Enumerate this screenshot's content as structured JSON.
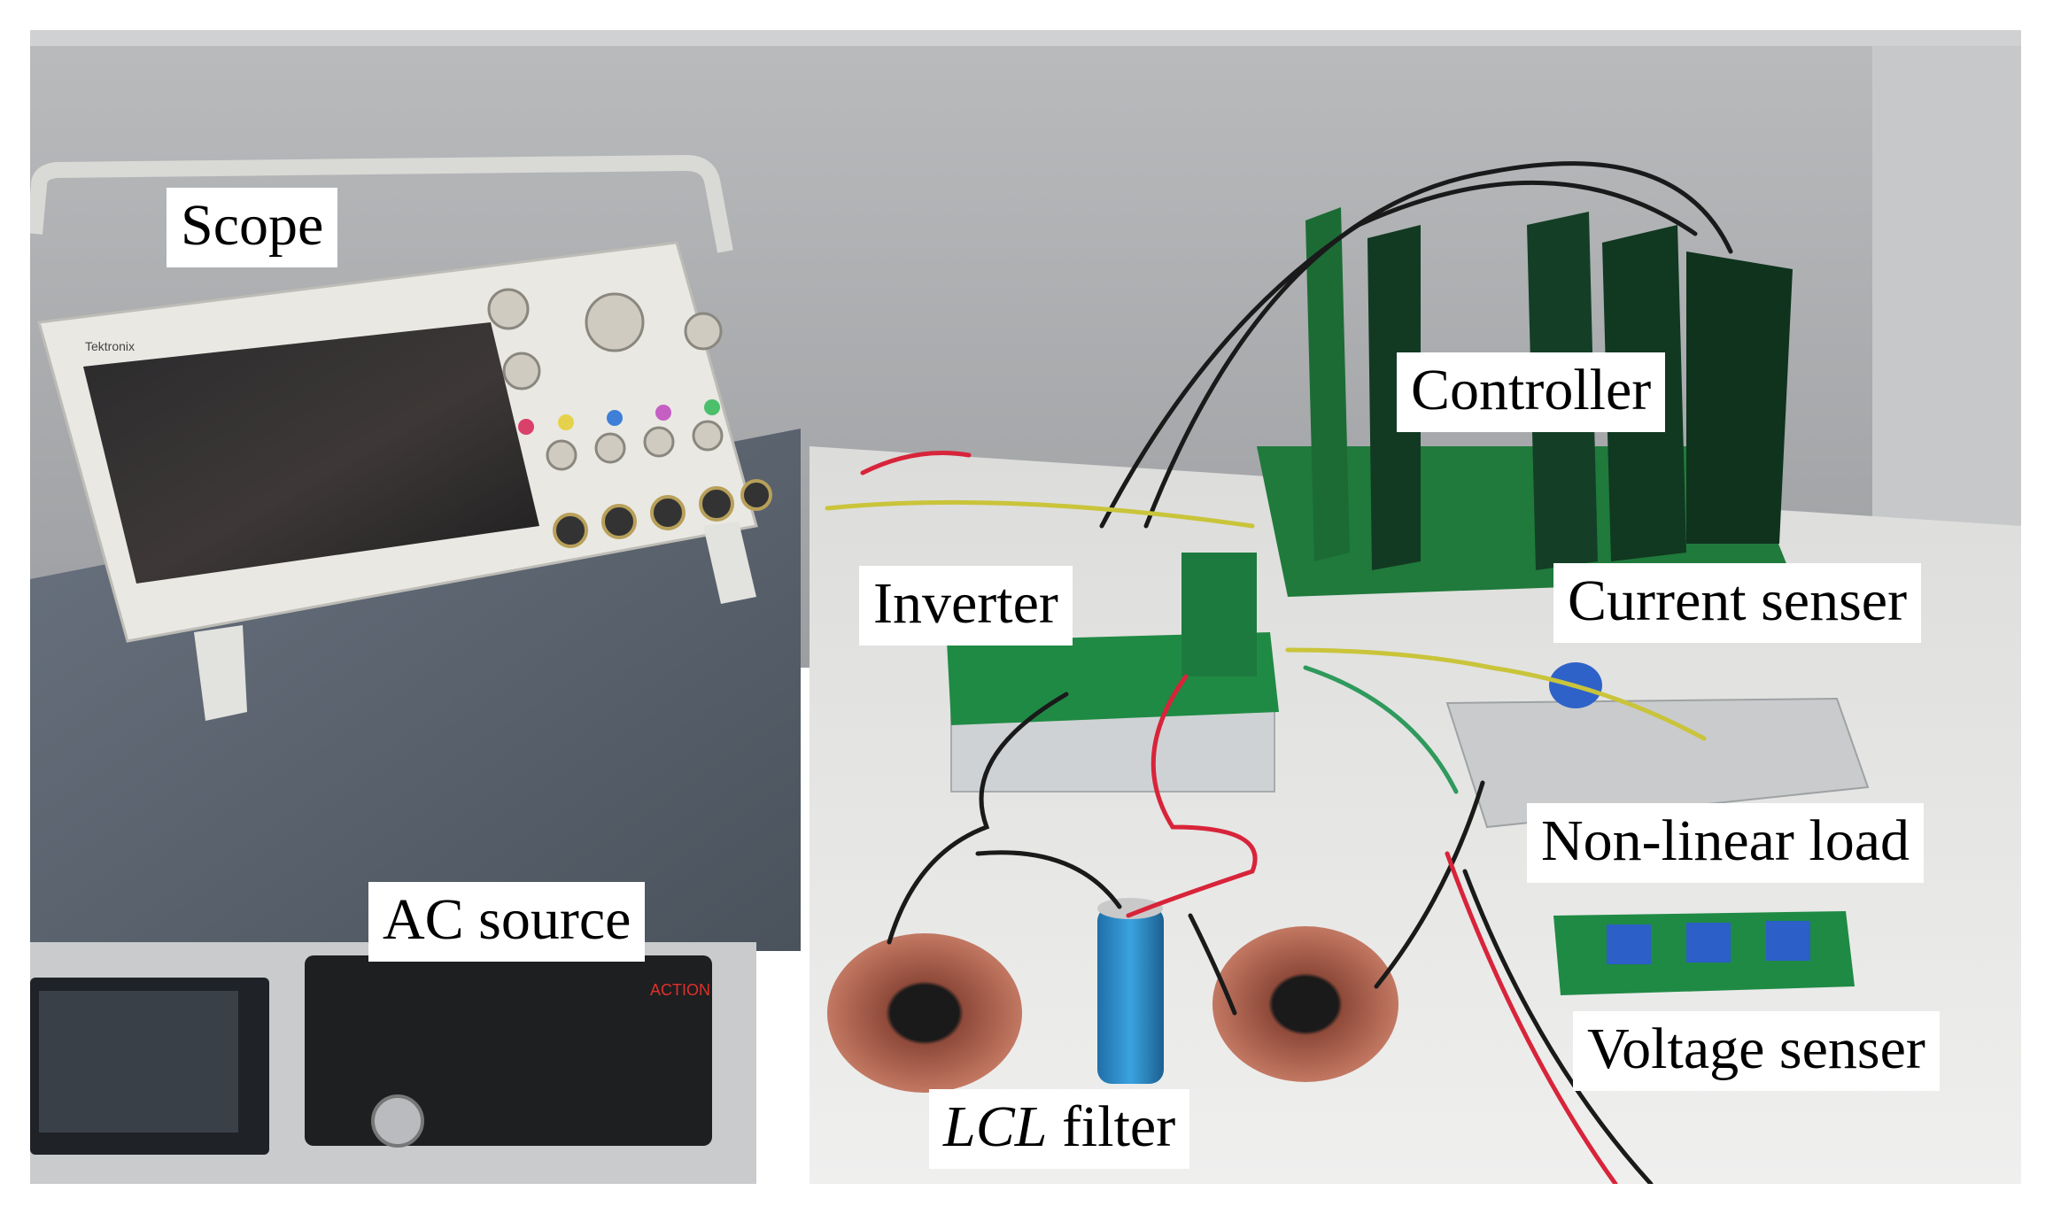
{
  "photo": {
    "subject": "laboratory bench with oscilloscope, AC source, inverter board, controller cards, LCL filter inductors and capacitor, sensors and non-linear load",
    "instrument_brand": "Tektronix",
    "source_brand": "ACTION"
  },
  "labels": {
    "scope": "Scope",
    "controller": "Controller",
    "inverter": "Inverter",
    "current_senser": "Current senser",
    "non_linear_load": "Non-linear load",
    "ac_source": "AC source",
    "voltage_senser": "Voltage senser",
    "lcl_filter_italic": "LCL",
    "lcl_filter_rest": " filter"
  },
  "colors": {
    "wall": "#a9abad",
    "table": "#e6e6e4",
    "ac_source_body": "#5d6672",
    "pcb_green": "#1f7a3c",
    "copper": "#b5664e",
    "capacitor_blue": "#2a8fd0",
    "wire_red": "#d8243a",
    "wire_yellow": "#c9c43a",
    "wire_black": "#1a1a1a",
    "label_bg": "#ffffff"
  }
}
